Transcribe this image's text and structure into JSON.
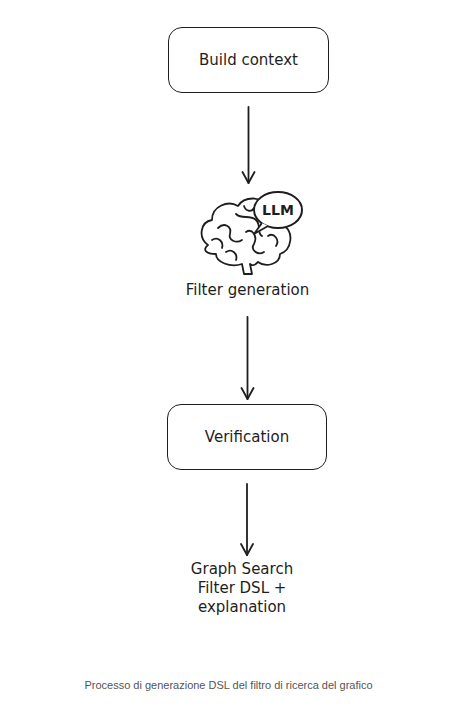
{
  "diagram": {
    "caption": "Processo di generazione DSL del filtro di ricerca del grafico",
    "nodes": [
      {
        "text": [
          "Build context"
        ]
      },
      {
        "text": [
          "LLM",
          "Filter generation"
        ]
      },
      {
        "text": [
          "Verification"
        ]
      },
      {
        "text": [
          "Graph Search Filter DSL + explanation"
        ]
      }
    ],
    "edges": [
      {
        "from": 0,
        "to": 1,
        "arrow": "to"
      },
      {
        "from": 1,
        "to": 2,
        "arrow": "to"
      },
      {
        "from": 2,
        "to": 3,
        "arrow": "to"
      }
    ]
  }
}
